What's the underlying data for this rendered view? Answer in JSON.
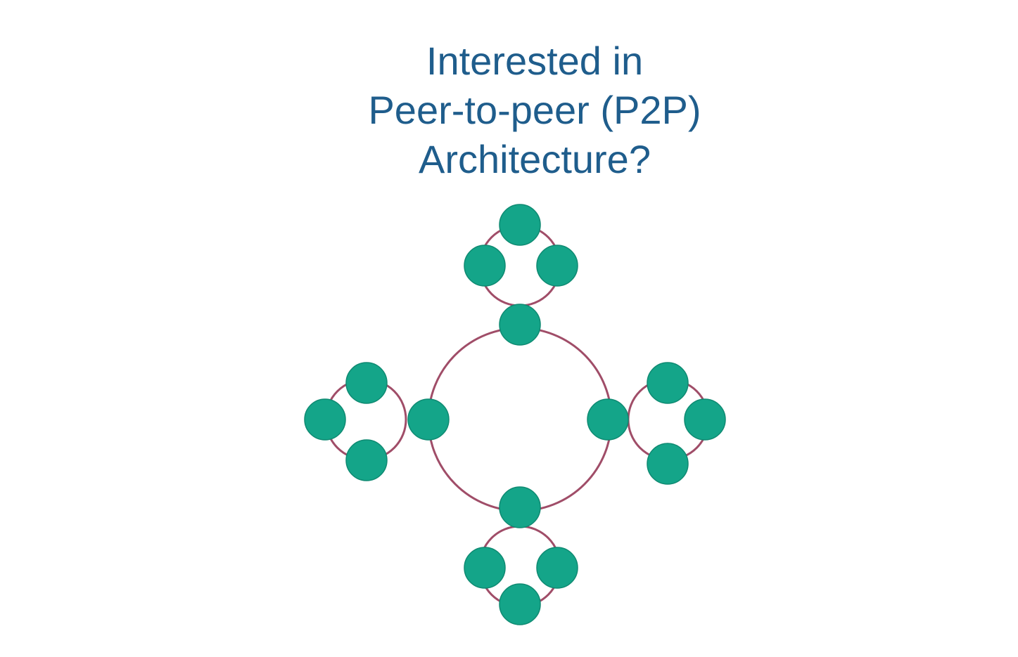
{
  "title": {
    "lines": [
      "Interested in",
      "Peer-to-peer (P2P)",
      "Architecture?"
    ]
  },
  "colors": {
    "title": "#1f5d8c",
    "ring": "#a04d68",
    "node_fill": "#14a589",
    "node_stroke": "#0f8a72",
    "background": "#ffffff"
  }
}
